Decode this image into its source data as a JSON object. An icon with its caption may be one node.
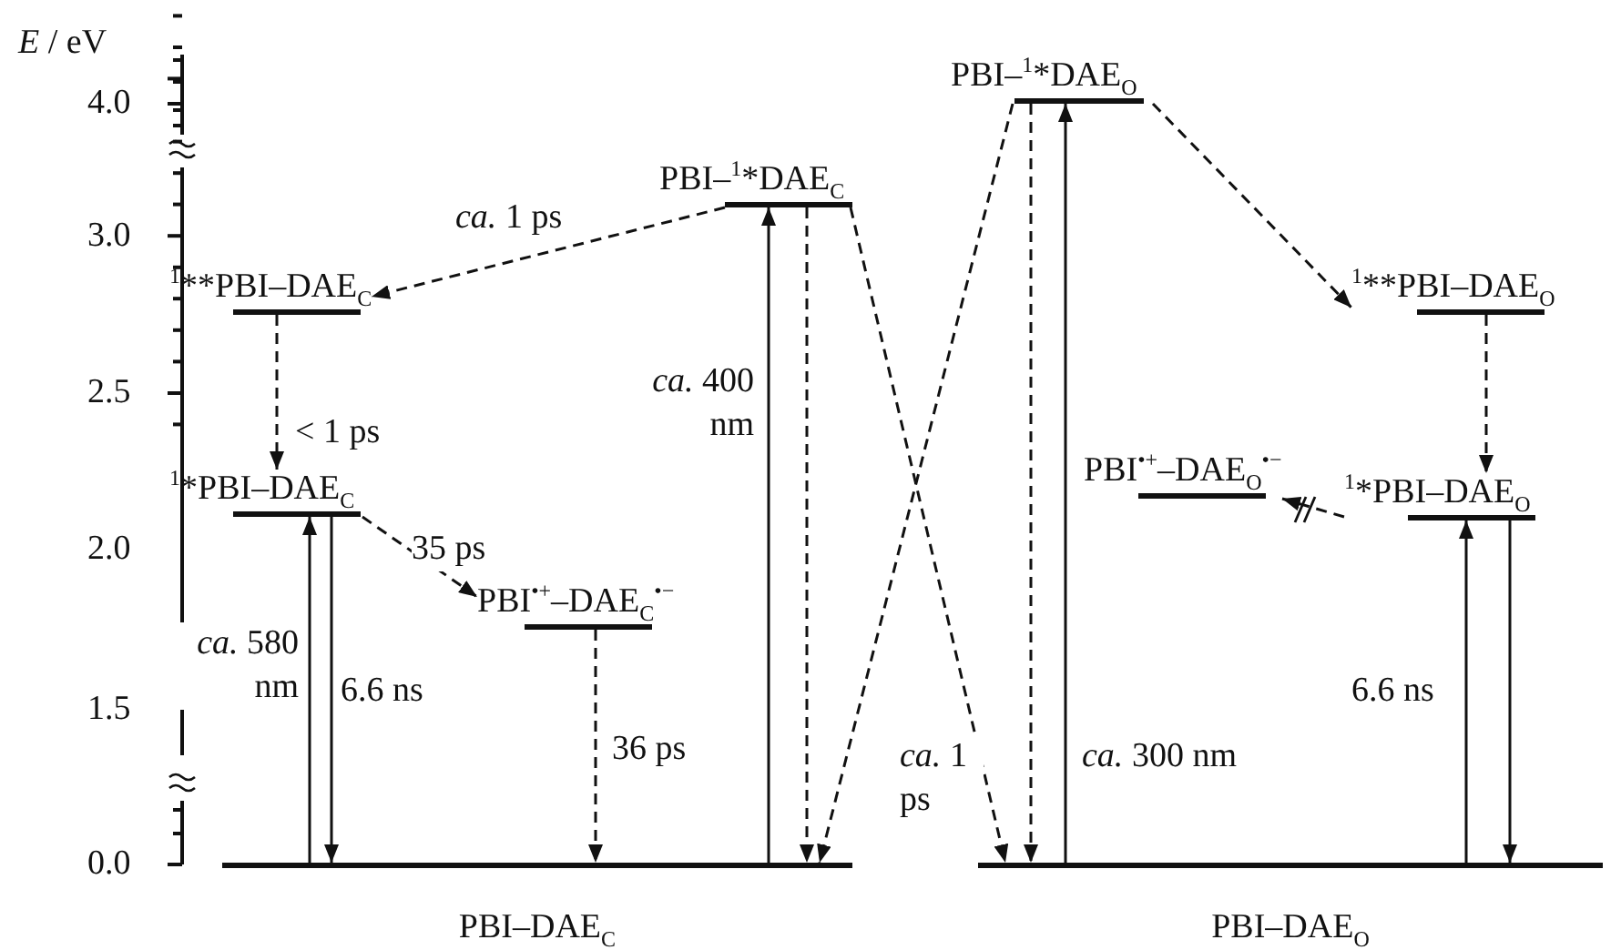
{
  "diagram": {
    "nodes": [
      {
        "text": [
          "PBI–$^{1}$*DAE$_{O}$"
        ]
      },
      {
        "text": [
          "PBI–$^{1}$*DAE$_{C}$"
        ]
      },
      {
        "text": [
          "$^{1}$**PBI–DAE$_{C}$"
        ]
      },
      {
        "text": [
          "$^{1}$**PBI–DAE$_{O}$"
        ]
      },
      {
        "text": [
          "$^{1}$*PBI–DAE$_{C}$"
        ]
      },
      {
        "text": [
          "PBI$^{•+}$–DAE$_{O}$$^{•−}$"
        ]
      },
      {
        "text": [
          "$^{1}$*PBI–DAE$_{O}$"
        ]
      },
      {
        "text": [
          "PBI$^{•+}$–DAE$_{C}$$^{•−}$"
        ]
      },
      {
        "text": [
          "PBI–DAE$_{C}$"
        ]
      },
      {
        "text": [
          "PBI–DAE$_{O}$"
        ]
      }
    ],
    "edges": [
      {
        "from": 1,
        "to": 2,
        "arrow": "to",
        "style": "dashed",
        "label": "*ca.* 1 ps"
      },
      {
        "from": 2,
        "to": 4,
        "arrow": "to",
        "style": "dashed",
        "label": "< 1 ps"
      },
      {
        "from": 4,
        "to": 7,
        "arrow": "to",
        "style": "dashed",
        "label": "35 ps"
      },
      {
        "from": 8,
        "to": 4,
        "arrow": "to",
        "label": "*ca.* 580 nm"
      },
      {
        "from": 4,
        "to": 8,
        "arrow": "to",
        "label": "6.6 ns"
      },
      {
        "from": 7,
        "to": 8,
        "arrow": "to",
        "style": "dashed",
        "label": "36 ps"
      },
      {
        "from": 8,
        "to": 1,
        "arrow": "to",
        "label": "*ca.* 400 nm"
      },
      {
        "from": 1,
        "to": 8,
        "arrow": "to",
        "style": "dashed"
      },
      {
        "from": 0,
        "to": 8,
        "arrow": "to",
        "style": "dashed"
      },
      {
        "from": 1,
        "to": 9,
        "arrow": "to",
        "style": "dashed",
        "label": "*ca.* 1 ps"
      },
      {
        "from": 0,
        "to": 9,
        "arrow": "to",
        "style": "dashed"
      },
      {
        "from": 9,
        "to": 0,
        "arrow": "to",
        "label": "*ca.* 300 nm"
      },
      {
        "from": 0,
        "to": 3,
        "arrow": "to",
        "style": "dashed"
      },
      {
        "from": 3,
        "to": 6,
        "arrow": "to",
        "style": "dashed"
      },
      {
        "from": 6,
        "to": 5,
        "arrow": "to",
        "style": "dashed"
      },
      {
        "from": 9,
        "to": 6,
        "arrow": "to",
        "label": "6.6 ns"
      },
      {
        "from": 6,
        "to": 9,
        "arrow": "to"
      }
    ],
    "labels": [
      "*E* / eV",
      "4.0",
      "3.0",
      "2.5",
      "2.0",
      "1.5",
      "0.0"
    ]
  }
}
